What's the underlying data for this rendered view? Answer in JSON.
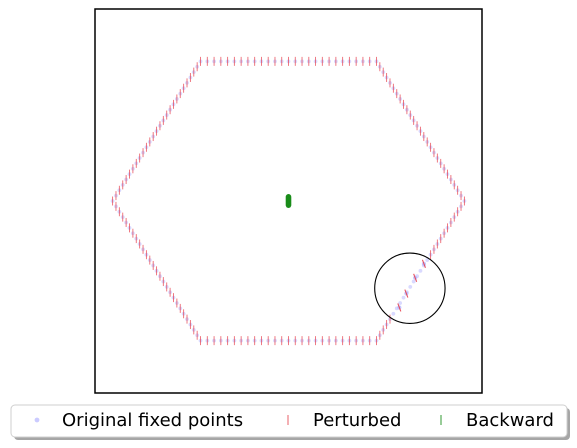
{
  "chart_data": {
    "type": "scatter",
    "title": "",
    "xlabel": "",
    "ylabel": "",
    "xlim": [
      -1.1,
      1.1
    ],
    "ylim": [
      -1.1,
      1.1
    ],
    "axes_visible": false,
    "grid": false,
    "legend_position": "bottom-center",
    "hexagon": {
      "vertices": [
        [
          1,
          0
        ],
        [
          0.5,
          0.8
        ],
        [
          -0.5,
          0.8
        ],
        [
          -1,
          0
        ],
        [
          -0.5,
          -0.8
        ],
        [
          0.5,
          -0.8
        ]
      ],
      "points_per_edge": 26
    },
    "perturbation_region": {
      "center": [
        0.69,
        -0.5
      ],
      "radius": 0.2,
      "color": "#000000"
    },
    "backward_cluster": {
      "center": [
        0.0,
        0.0
      ],
      "extent_y": 0.04
    },
    "series": [
      {
        "name": "Original fixed points",
        "marker": "circle",
        "color": "#b9b9ff",
        "opacity": 0.55
      },
      {
        "name": "Perturbed",
        "marker": "vline",
        "color": "#e63946",
        "opacity": 0.75
      },
      {
        "name": "Backward",
        "marker": "vline",
        "color": "#008000",
        "opacity": 0.9
      }
    ]
  }
}
